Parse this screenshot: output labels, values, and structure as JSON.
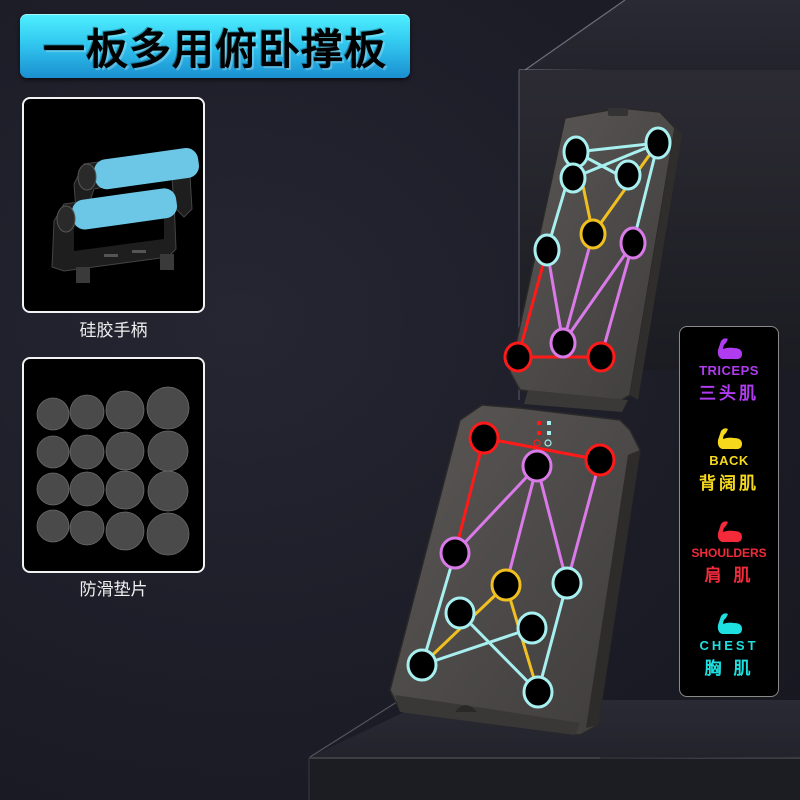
{
  "title": "一板多用俯卧撑板",
  "accessories": [
    {
      "label": "硅胶手柄",
      "image": "silicone-handles"
    },
    {
      "label": "防滑垫片",
      "image": "anti-slip-pads"
    }
  ],
  "legend": [
    {
      "en": "TRICEPS",
      "cn": "三头肌",
      "color": "#b03cf0",
      "icon": "flexed-arm-icon"
    },
    {
      "en": "BACK",
      "cn": "背阔肌",
      "color": "#f5d81c",
      "icon": "flexed-arm-icon"
    },
    {
      "en": "SHOULDERS",
      "cn": "肩 肌",
      "color": "#f22a3a",
      "icon": "flexed-arm-icon"
    },
    {
      "en": "CHEST",
      "cn": "胸 肌",
      "color": "#1ee0e0",
      "icon": "flexed-arm-icon"
    }
  ],
  "colors": {
    "triceps": "#d97ae8",
    "back": "#f0c020",
    "shoulders": "#ff1a1a",
    "chest": "#a8f0f0",
    "board": "#4a4846",
    "title_gradient_top": "#4ff0ff",
    "title_gradient_bottom": "#1a8fd0"
  }
}
